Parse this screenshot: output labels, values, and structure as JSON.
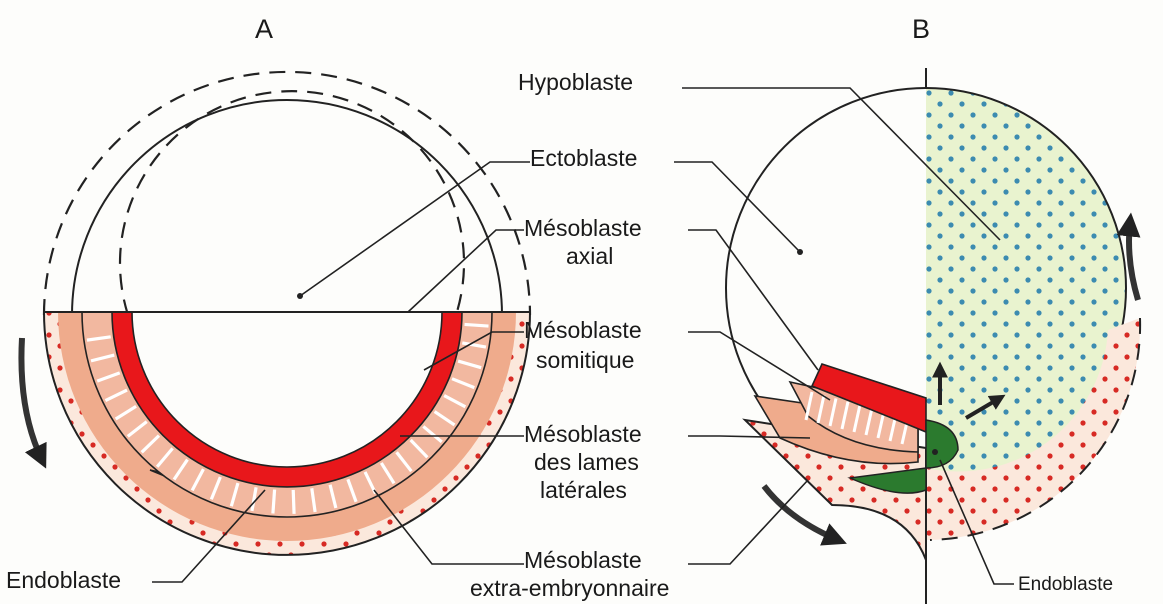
{
  "panels": {
    "a": "A",
    "b": "B"
  },
  "labels": {
    "hypoblaste": "Hypoblaste",
    "ectoblaste": "Ectoblaste",
    "mesoblaste_axial_1": "Mésoblaste",
    "mesoblaste_axial_2": "axial",
    "mesoblaste_somitique_1": "Mésoblaste",
    "mesoblaste_somitique_2": "somitique",
    "mesoblaste_lames_1": "Mésoblaste",
    "mesoblaste_lames_2": "des lames",
    "mesoblaste_lames_3": "latérales",
    "mesoblaste_extra_1": "Mésoblaste",
    "mesoblaste_extra_2": "extra-embryonnaire",
    "endoblaste_a": "Endoblaste",
    "endoblaste_b": "Endoblaste"
  },
  "colors": {
    "axial_mesoderm": "#e8171b",
    "somitic_mesoderm": "#f2b8a0",
    "lateral_plate": "#efab8c",
    "extraembryonic_dots": "#d72a24",
    "extraembryonic_bg": "#fbe8dc",
    "endoderm": "#2b7a2e",
    "hypoblast_bg": "#e9f3cf",
    "hypoblast_dots": "#3c8bb0",
    "outline": "#222222"
  }
}
